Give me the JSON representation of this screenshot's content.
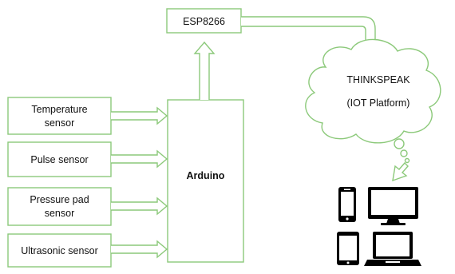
{
  "nodes": {
    "esp": "ESP8266",
    "arduino": "Arduino",
    "cloud_line1": "THINKSPEAK",
    "cloud_line2": "(IOT Platform)",
    "sensors": [
      {
        "line1": "Temperature",
        "line2": "sensor"
      },
      {
        "line1": "Pulse sensor",
        "line2": ""
      },
      {
        "line1": "Pressure pad",
        "line2": "sensor"
      },
      {
        "line1": "Ultrasonic sensor",
        "line2": ""
      }
    ]
  },
  "devices": [
    "smartphone-icon",
    "desktop-monitor-icon",
    "tablet-icon",
    "laptop-icon"
  ],
  "colors": {
    "stroke": "#8cc97a",
    "device": "#000000",
    "text": "#111111"
  }
}
